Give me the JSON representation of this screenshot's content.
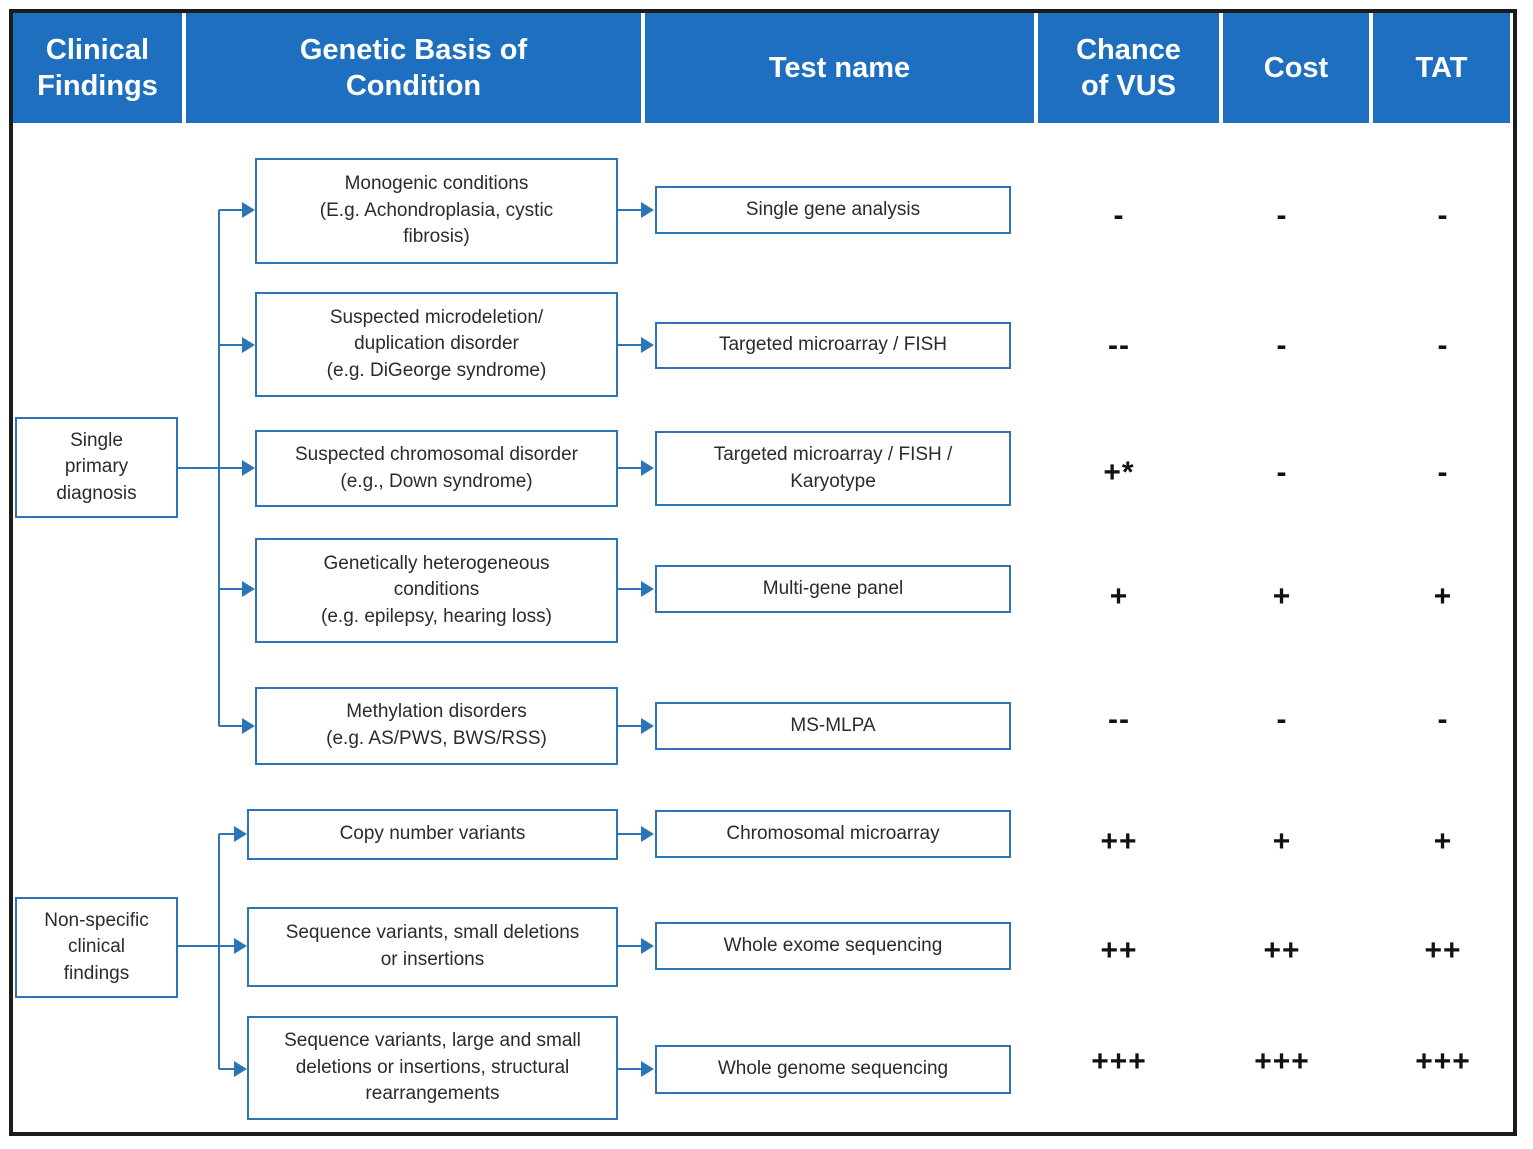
{
  "header": {
    "columns": [
      "Clinical\nFindings",
      "Genetic Basis of\nCondition",
      "Test name",
      "Chance\nof VUS",
      "Cost",
      "TAT"
    ]
  },
  "left_nodes": [
    {
      "label": "Single\nprimary\ndiagnosis"
    },
    {
      "label": "Non-specific\nclinical\nfindings"
    }
  ],
  "rows": [
    {
      "condition": "Monogenic conditions\n(E.g. Achondroplasia, cystic\nfibrosis)",
      "test": "Single gene analysis",
      "vus": "-",
      "cost": "-",
      "tat": "-"
    },
    {
      "condition": "Suspected microdeletion/\nduplication disorder\n(e.g. DiGeorge syndrome)",
      "test": "Targeted microarray / FISH",
      "vus": "--",
      "cost": "-",
      "tat": "-"
    },
    {
      "condition": "Suspected chromosomal disorder\n(e.g., Down syndrome)",
      "test": "Targeted microarray / FISH /\nKaryotype",
      "vus": "+*",
      "cost": "-",
      "tat": "-"
    },
    {
      "condition": "Genetically heterogeneous\nconditions\n(e.g. epilepsy, hearing loss)",
      "test": "Multi-gene panel",
      "vus": "+",
      "cost": "+",
      "tat": "+"
    },
    {
      "condition": "Methylation disorders\n(e.g. AS/PWS, BWS/RSS)",
      "test": "MS-MLPA",
      "vus": "--",
      "cost": "-",
      "tat": "-"
    },
    {
      "condition": "Copy number variants",
      "test": "Chromosomal microarray",
      "vus": "++",
      "cost": "+",
      "tat": "+"
    },
    {
      "condition": "Sequence variants, small deletions\nor insertions",
      "test": "Whole exome sequencing",
      "vus": "++",
      "cost": "++",
      "tat": "++"
    },
    {
      "condition": "Sequence variants, large and small\ndeletions or insertions, structural\nrearrangements",
      "test": "Whole genome sequencing",
      "vus": "+++",
      "cost": "+++",
      "tat": "+++"
    }
  ],
  "colors": {
    "header_bg": "#1e6fc0",
    "header_text": "#ffffff",
    "box_border": "#2e75b6",
    "connector": "#2e75b6",
    "frame_border": "#1b1b1b",
    "symbol_text": "#111111"
  }
}
